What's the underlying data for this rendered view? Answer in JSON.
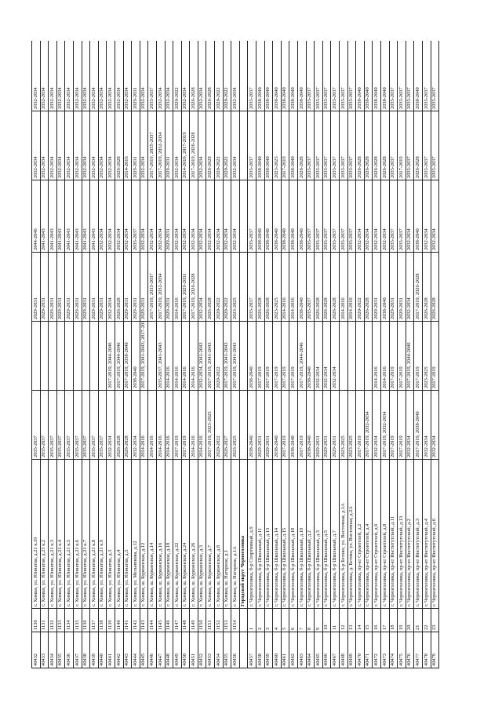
{
  "table": {
    "rows": [
      {
        "n": "40432",
        "idx": "1130",
        "addr": "г. Химки, ул. Юннатов, д.21 к.19",
        "p1": "2035-2037",
        "p2": "",
        "p3": "2029-2031",
        "p4": "2044-2046",
        "p5": "2032-2034",
        "p6": "2032-2034"
      },
      {
        "n": "40433",
        "idx": "1131",
        "addr": "г. Химки, ул. Юннатов, д.21 к.2",
        "p1": "2035-2037",
        "p2": "",
        "p3": "2029-2031",
        "p4": "2041-2043",
        "p5": "2032-2034",
        "p6": "2032-2034"
      },
      {
        "n": "40434",
        "idx": "1132",
        "addr": "г. Химки, ул. Юннатов, д.21 к.3",
        "p1": "2035-2037",
        "p2": "",
        "p3": "2029-2031",
        "p4": "2041-2043",
        "p5": "2032-2034",
        "p6": "2032-2034"
      },
      {
        "n": "40435",
        "idx": "1133",
        "addr": "г. Химки, ул. Юннатов, д.21 к.4",
        "p1": "2035-2037",
        "p2": "",
        "p3": "2029-2031",
        "p4": "2041-2043",
        "p5": "2032-2034",
        "p6": "2032-2034"
      },
      {
        "n": "40436",
        "idx": "1134",
        "addr": "г. Химки, ул. Юннатов, д.21 к.5",
        "p1": "2035-2037",
        "p2": "",
        "p3": "2029-2031",
        "p4": "2041-2043",
        "p5": "2032-2034",
        "p6": "2032-2034"
      },
      {
        "n": "40437",
        "idx": "1135",
        "addr": "г. Химки, ул. Юннатов, д.21 к.6",
        "p1": "2035-2037",
        "p2": "",
        "p3": "2029-2031",
        "p4": "2041-2043",
        "p5": "2032-2034",
        "p6": "2032-2034"
      },
      {
        "n": "40438",
        "idx": "1136",
        "addr": "г. Химки, ул. Юннатов, д.21 к.7",
        "p1": "2035-2037",
        "p2": "",
        "p3": "2029-2031",
        "p4": "2041-2043",
        "p5": "2032-2034",
        "p6": "2032-2034"
      },
      {
        "n": "40439",
        "idx": "1137",
        "addr": "г. Химки, ул. Юннатов, д.21 к.8",
        "p1": "2035-2037",
        "p2": "",
        "p3": "2029-2031",
        "p4": "2041-2043",
        "p5": "2032-2034",
        "p6": "2032-2034"
      },
      {
        "n": "40440",
        "idx": "1138",
        "addr": "г. Химки, ул. Юннатов, д.21 к.9",
        "p1": "2035-2037",
        "p2": "",
        "p3": "2029-2031",
        "p4": "2032-2034",
        "p5": "2032-2034",
        "p6": "2032-2034"
      },
      {
        "n": "40441",
        "idx": "1139",
        "addr": "г. Химки, ул. Юннатов, д.3",
        "p1": "2032-2034",
        "p2": "2017-2019, 2044-2046",
        "p3": "2032-2034",
        "p4": "2032-2034",
        "p5": "2032-2034",
        "p6": "2032-2034"
      },
      {
        "n": "40442",
        "idx": "1140",
        "addr": "г. Химки, ул. Юннатов, д.4",
        "p1": "2026-2028",
        "p2": "2017-2019, 2044-2046",
        "p3": "2026-2028",
        "p4": "2032-2034",
        "p5": "2026-2028",
        "p6": "2032-2034"
      },
      {
        "n": "40443",
        "idx": "1141",
        "addr": "г. Химки, ул. Юннатов, д.5",
        "p1": "2026-2028",
        "p2": "2017-2019, 2038-2040",
        "p3": "2029-2031",
        "p4": "2032-2034",
        "p5": "2014-2016",
        "p6": "2032-2034"
      },
      {
        "n": "40444",
        "idx": "1142",
        "addr": "г. Химки, ул. Мельникова, д.12",
        "p1": "2032-2034",
        "p2": "2038-2040",
        "p3": "2029-2031",
        "p4": "2035-2037",
        "p5": "2029-2031",
        "p6": "2029-2031"
      },
      {
        "n": "40445",
        "idx": "1143",
        "addr": "г. Химки, ш. Куркинское, д.12",
        "p1": "2014-2016",
        "p2": "2017-2019, 2041-2043; 2017-2019, 2023-2025, 2041-2043",
        "p3": "2029-2031",
        "p4": "2032-2034",
        "p5": "2032-2034",
        "p6": "2032-2034"
      },
      {
        "n": "40446",
        "idx": "1144",
        "addr": "г. Химки, ш. Куркинское, д.14",
        "p1": "2014-2016",
        "p2": "",
        "p3": "2017-2019, 2035-2037",
        "p4": "2032-2034",
        "p5": "2017-2019, 2035-2037",
        "p6": "2035-2037"
      },
      {
        "n": "40447",
        "idx": "1145",
        "addr": "г. Химки, ш. Куркинское, д.16",
        "p1": "2014-2016",
        "p2": "2035-2037, 2041-2043",
        "p3": "2017-2019, 2032-2034",
        "p4": "2032-2034",
        "p5": "2017-2019, 2032-2034",
        "p6": "2032-2034"
      },
      {
        "n": "40448",
        "idx": "1146",
        "addr": "г. Химки, ш. Куркинское, д.18",
        "p1": "2014-2016",
        "p2": "2014-2016",
        "p3": "2029-2031",
        "p4": "2029-2031",
        "p5": "2029-2031",
        "p6": "2032-2034"
      },
      {
        "n": "40449",
        "idx": "1147",
        "addr": "г. Химки, ш. Куркинское, д.22",
        "p1": "2017-2019",
        "p2": "2014-2016",
        "p3": "2014-2016",
        "p4": "2032-2034",
        "p5": "2032-2034",
        "p6": "2020-2022"
      },
      {
        "n": "40450",
        "idx": "1148",
        "addr": "г. Химки, ш. Куркинское, д.24",
        "p1": "2017-2019",
        "p2": "2014-2016",
        "p3": "2017-2019, 2029-2031",
        "p4": "2032-2034",
        "p5": "2014-2016, 2017-2019",
        "p6": "2032-2034"
      },
      {
        "n": "40451",
        "idx": "1149",
        "addr": "г. Химки, ш. Куркинское, д.26",
        "p1": "2014-2016",
        "p2": "2014-2016",
        "p3": "2017-2019, 2026-2028",
        "p4": "2032-2034",
        "p5": "2017-2019, 2026-2028",
        "p6": "2026-2028"
      },
      {
        "n": "40452",
        "idx": "1150",
        "addr": "г. Химки, ш. Куркинское, д.3",
        "p1": "2014-2016",
        "p2": "2032-2034, 2041-2043",
        "p3": "2032-2034",
        "p4": "2032-2034",
        "p5": "2032-2034",
        "p6": "2032-2034"
      },
      {
        "n": "40453",
        "idx": "1151",
        "addr": "г. Химки, ш. Куркинское, д.7",
        "p1": "2017-2019, 2023-2025",
        "p2": "2017-2019, 2041-2043",
        "p3": "2026-2028",
        "p4": "2032-2034",
        "p5": "2026-2029",
        "p6": "2026-2028"
      },
      {
        "n": "40454",
        "idx": "1152",
        "addr": "г. Химки, ш. Куркинское, д.8",
        "p1": "2020-2022",
        "p2": "2020-2022",
        "p3": "2020-2022",
        "p4": "2032-2034",
        "p5": "2020-2022",
        "p6": "2020-2022"
      },
      {
        "n": "40455",
        "idx": "1153",
        "addr": "г. Химки, ш. Нагорное, д.1",
        "p1": "2026-2027",
        "p2": "2017-2019, 2041-2043",
        "p3": "2020-2022",
        "p4": "2032-2034",
        "p5": "2020-2022",
        "p6": "2020-2022"
      },
      {
        "n": "40456",
        "idx": "1154",
        "addr": "г. Химки, ш. Нагорное, д.1А",
        "p1": "2023-2025",
        "p2": "2017-2019, 2041-2043",
        "p3": "2023-2025",
        "p4": "2032-2034",
        "p5": "2032-2034",
        "p6": "2032-2034"
      },
      {
        "n": "",
        "idx": "",
        "addr": "Городской округ Черноголовка",
        "p1": "",
        "p2": "",
        "p3": "",
        "p4": "",
        "p5": "",
        "p6": "",
        "section": true
      },
      {
        "n": "40457",
        "idx": "1",
        "addr": "г. Черноголовка, б-р Спортивный, д.9",
        "p1": "2038-2040",
        "p2": "2038-2040",
        "p3": "2035-2037",
        "p4": "2035-2037",
        "p5": "2035-2037",
        "p6": "2035-2037"
      },
      {
        "n": "40458",
        "idx": "2",
        "addr": "г. Черноголовка, б-р Школьный, д.11",
        "p1": "2029-2031",
        "p2": "2017-2019",
        "p3": "2026-2028",
        "p4": "2038-2040",
        "p5": "2038-2040",
        "p6": "2038-2040"
      },
      {
        "n": "40459",
        "idx": "3",
        "addr": "г. Черноголовка, б-р Школьный, д.13",
        "p1": "2029-2031",
        "p2": "2017-2019",
        "p3": "2026-2028",
        "p4": "2038-2040",
        "p5": "2038-2040",
        "p6": "2038-2040"
      },
      {
        "n": "40460",
        "idx": "4",
        "addr": "г. Черноголовка, б-р Школьный, д.14",
        "p1": "2038-2040",
        "p2": "2017-2019",
        "p3": "2023-2025",
        "p4": "2038-2040",
        "p5": "2023-2025",
        "p6": "2038-2040"
      },
      {
        "n": "40461",
        "idx": "5",
        "addr": "г. Черноголовка, б-р Школьный, д.15",
        "p1": "2017-2019",
        "p2": "2017-2019",
        "p3": "2014-2016",
        "p4": "2038-2040",
        "p5": "2017-2019",
        "p6": "2038-2040"
      },
      {
        "n": "40462",
        "idx": "6",
        "addr": "г. Черноголовка, б-р Школьный, д.18",
        "p1": "2038-2040",
        "p2": "2017-2019",
        "p3": "2014-2016",
        "p4": "2038-2040",
        "p5": "2038-2040",
        "p6": "2038-2040"
      },
      {
        "n": "40463",
        "idx": "7",
        "addr": "г. Черноголовка, б-р Школьный, д.19",
        "p1": "2017-2019",
        "p2": "2017-2019, 2044-2046",
        "p3": "2038-2040",
        "p4": "2038-2040",
        "p5": "2026-2028",
        "p6": "2038-2040"
      },
      {
        "n": "40464",
        "idx": "8",
        "addr": "г. Черноголовка, б-р Школьный, д.2",
        "p1": "2038-2040",
        "p2": "2038-2040",
        "p3": "2035-2037",
        "p4": "2035-2037",
        "p5": "2035-2037",
        "p6": "2035-2037"
      },
      {
        "n": "40465",
        "idx": "9",
        "addr": "г. Черноголовка, б-р Школьный, д.3",
        "p1": "2029-2031",
        "p2": "2032-2034",
        "p3": "2026-2028",
        "p4": "2035-2037",
        "p5": "2035-2037",
        "p6": "2035-2037"
      },
      {
        "n": "40466",
        "idx": "10",
        "addr": "г. Черноголовка, б-р Школьный, д.5",
        "p1": "2029-2031",
        "p2": "2032-2034",
        "p3": "2026-2028",
        "p4": "2035-2037",
        "p5": "2035-2037",
        "p6": "2035-2037"
      },
      {
        "n": "40467",
        "idx": "11",
        "addr": "г. Черноголовка, б-р Школьный, д.7",
        "p1": "2029-2031",
        "p2": "2032-2034",
        "p3": "2026-2028",
        "p4": "2035-2037",
        "p5": "2035-2037",
        "p6": "2035-2037"
      },
      {
        "n": "40468",
        "idx": "12",
        "addr": "г. Черноголовка, б-р Бетово, ул. Восточная, д.1А",
        "p1": "2023-2025",
        "p2": "",
        "p3": "2014-2016",
        "p4": "2035-2037",
        "p5": "2035-2037",
        "p6": "2035-2037"
      },
      {
        "n": "40469",
        "idx": "13",
        "addr": "г. Черноголовка, д. Бетово, ул. Восточная, д.2А",
        "p1": "2023-2025",
        "p2": "",
        "p3": "2014-2016",
        "p4": "2035-2037",
        "p5": "2035-2037",
        "p6": "2035-2037"
      },
      {
        "n": "40470",
        "idx": "14",
        "addr": "г. Черноголовка, пр-кт Строителей, д.2",
        "p1": "2017-2019",
        "p2": "",
        "p3": "2020-2022",
        "p4": "2032-2034",
        "p5": "2026-2028",
        "p6": "2038-2040"
      },
      {
        "n": "40471",
        "idx": "15",
        "addr": "г. Черноголовка, пр-кт Строителей, д.4",
        "p1": "2017-2019, 2032-2034",
        "p2": "",
        "p3": "2026-2028",
        "p4": "2032-2034",
        "p5": "2026-2028",
        "p6": "2038-2040"
      },
      {
        "n": "40472",
        "idx": "16",
        "addr": "г. Черноголовка, пр-кт Строителей, д.6",
        "p1": "2032-2034",
        "p2": "2014-2016",
        "p3": "2029-2031",
        "p4": "2032-2034",
        "p5": "2026-2028",
        "p6": "2038-2040"
      },
      {
        "n": "40473",
        "idx": "17",
        "addr": "г. Черноголовка, пр-кт Строителей, д.8",
        "p1": "2017-2019, 2032-2034",
        "p2": "2014-2016",
        "p3": "2038-2040",
        "p4": "2032-2034",
        "p5": "2026-2028",
        "p6": "2038-2040"
      },
      {
        "n": "40474",
        "idx": "18",
        "addr": "г. Черноголовка, пр-кт Институтский, д.11",
        "p1": "2017-2019",
        "p2": "2017-2019",
        "p3": "2029-2031",
        "p4": "2035-2037",
        "p5": "2035-2037",
        "p6": "2035-2037"
      },
      {
        "n": "40475",
        "idx": "19",
        "addr": "г. Черноголовка, пр-кт Институтский, д.13",
        "p1": "2017-2019",
        "p2": "2017-2019",
        "p3": "2029-2031",
        "p4": "2035-2037",
        "p5": "2017-2019",
        "p6": "2035-2037"
      },
      {
        "n": "40476",
        "idx": "20",
        "addr": "г. Черноголовка, пр-кт Институтский, д.2",
        "p1": "2032-2034",
        "p2": "2017-2019, 2044-2046",
        "p3": "2032-2034",
        "p4": "2032-2034",
        "p5": "2035-2037",
        "p6": "2035-2037"
      },
      {
        "n": "40477",
        "idx": "21",
        "addr": "г. Черноголовка, пр-кт Институтский, д.3",
        "p1": "2017-2019, 2038-2040",
        "p2": "2017-2019",
        "p3": "2017-2019, 2026-2028",
        "p4": "2038-2040",
        "p5": "2026-2028",
        "p6": "2038-2040"
      },
      {
        "n": "40478",
        "idx": "22",
        "addr": "г. Черноголовка, пр-кт Институтский, д.4",
        "p1": "2032-2034",
        "p2": "2023-2025",
        "p3": "2026-2028",
        "p4": "2032-2034",
        "p5": "2035-2037",
        "p6": "2035-2037"
      },
      {
        "n": "40479",
        "idx": "23",
        "addr": "г. Черноголовка, пр-кт Институтский, д.6",
        "p1": "2032-2034",
        "p2": "2017-2019",
        "p3": "2026-2028",
        "p4": "2032-2034",
        "p5": "2035-2037",
        "p6": "2035-2037"
      }
    ]
  }
}
